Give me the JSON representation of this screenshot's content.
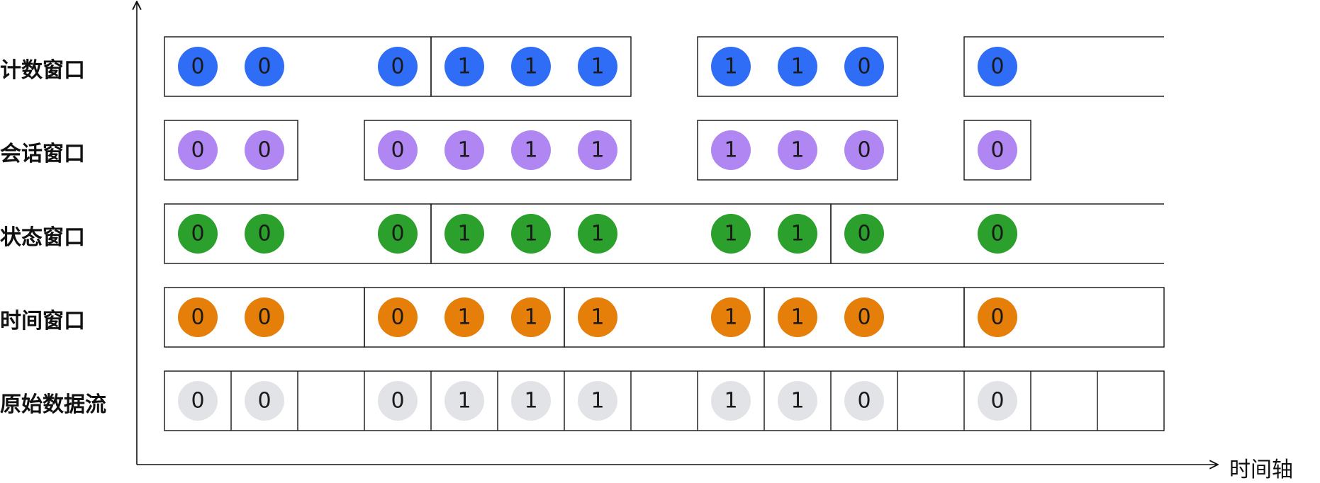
{
  "diagram": {
    "x_axis_label": "时间轴",
    "slot_count": 15,
    "rows": [
      {
        "key": "count",
        "label": "计数窗口",
        "color": "#2f6df6",
        "windows": [
          [
            0,
            3
          ],
          [
            4,
            6
          ],
          [
            8,
            10
          ],
          [
            12,
            15
          ]
        ],
        "open_right": true,
        "tokens": [
          [
            0,
            "0"
          ],
          [
            1,
            "0"
          ],
          [
            3,
            "0"
          ],
          [
            4,
            "1"
          ],
          [
            5,
            "1"
          ],
          [
            6,
            "1"
          ],
          [
            8,
            "1"
          ],
          [
            9,
            "1"
          ],
          [
            10,
            "0"
          ],
          [
            12,
            "0"
          ]
        ]
      },
      {
        "key": "session",
        "label": "会话窗口",
        "color": "#b086f3",
        "windows": [
          [
            0,
            1
          ],
          [
            3,
            6
          ],
          [
            8,
            10
          ],
          [
            12,
            12
          ]
        ],
        "open_right": false,
        "tokens": [
          [
            0,
            "0"
          ],
          [
            1,
            "0"
          ],
          [
            3,
            "0"
          ],
          [
            4,
            "1"
          ],
          [
            5,
            "1"
          ],
          [
            6,
            "1"
          ],
          [
            8,
            "1"
          ],
          [
            9,
            "1"
          ],
          [
            10,
            "0"
          ],
          [
            12,
            "0"
          ]
        ]
      },
      {
        "key": "state",
        "label": "状态窗口",
        "color": "#2ca02c",
        "windows": [
          [
            0,
            3
          ],
          [
            4,
            9
          ],
          [
            10,
            15
          ]
        ],
        "open_right": true,
        "tokens": [
          [
            0,
            "0"
          ],
          [
            1,
            "0"
          ],
          [
            3,
            "0"
          ],
          [
            4,
            "1"
          ],
          [
            5,
            "1"
          ],
          [
            6,
            "1"
          ],
          [
            8,
            "1"
          ],
          [
            9,
            "1"
          ],
          [
            10,
            "0"
          ],
          [
            12,
            "0"
          ]
        ]
      },
      {
        "key": "time",
        "label": "时间窗口",
        "color": "#e67e0a",
        "windows": [
          [
            0,
            2
          ],
          [
            3,
            5
          ],
          [
            6,
            8
          ],
          [
            9,
            11
          ],
          [
            12,
            14
          ]
        ],
        "open_right": false,
        "tokens": [
          [
            0,
            "0"
          ],
          [
            1,
            "0"
          ],
          [
            3,
            "0"
          ],
          [
            4,
            "1"
          ],
          [
            5,
            "1"
          ],
          [
            6,
            "1"
          ],
          [
            8,
            "1"
          ],
          [
            9,
            "1"
          ],
          [
            10,
            "0"
          ],
          [
            12,
            "0"
          ]
        ]
      },
      {
        "key": "raw",
        "label": "原始数据流",
        "color": "#e2e3e6",
        "grid": true,
        "windows": [
          [
            0,
            14
          ]
        ],
        "open_right": false,
        "tokens": [
          [
            0,
            "0"
          ],
          [
            1,
            "0"
          ],
          [
            3,
            "0"
          ],
          [
            4,
            "1"
          ],
          [
            5,
            "1"
          ],
          [
            6,
            "1"
          ],
          [
            8,
            "1"
          ],
          [
            9,
            "1"
          ],
          [
            10,
            "0"
          ],
          [
            12,
            "0"
          ]
        ]
      }
    ]
  }
}
